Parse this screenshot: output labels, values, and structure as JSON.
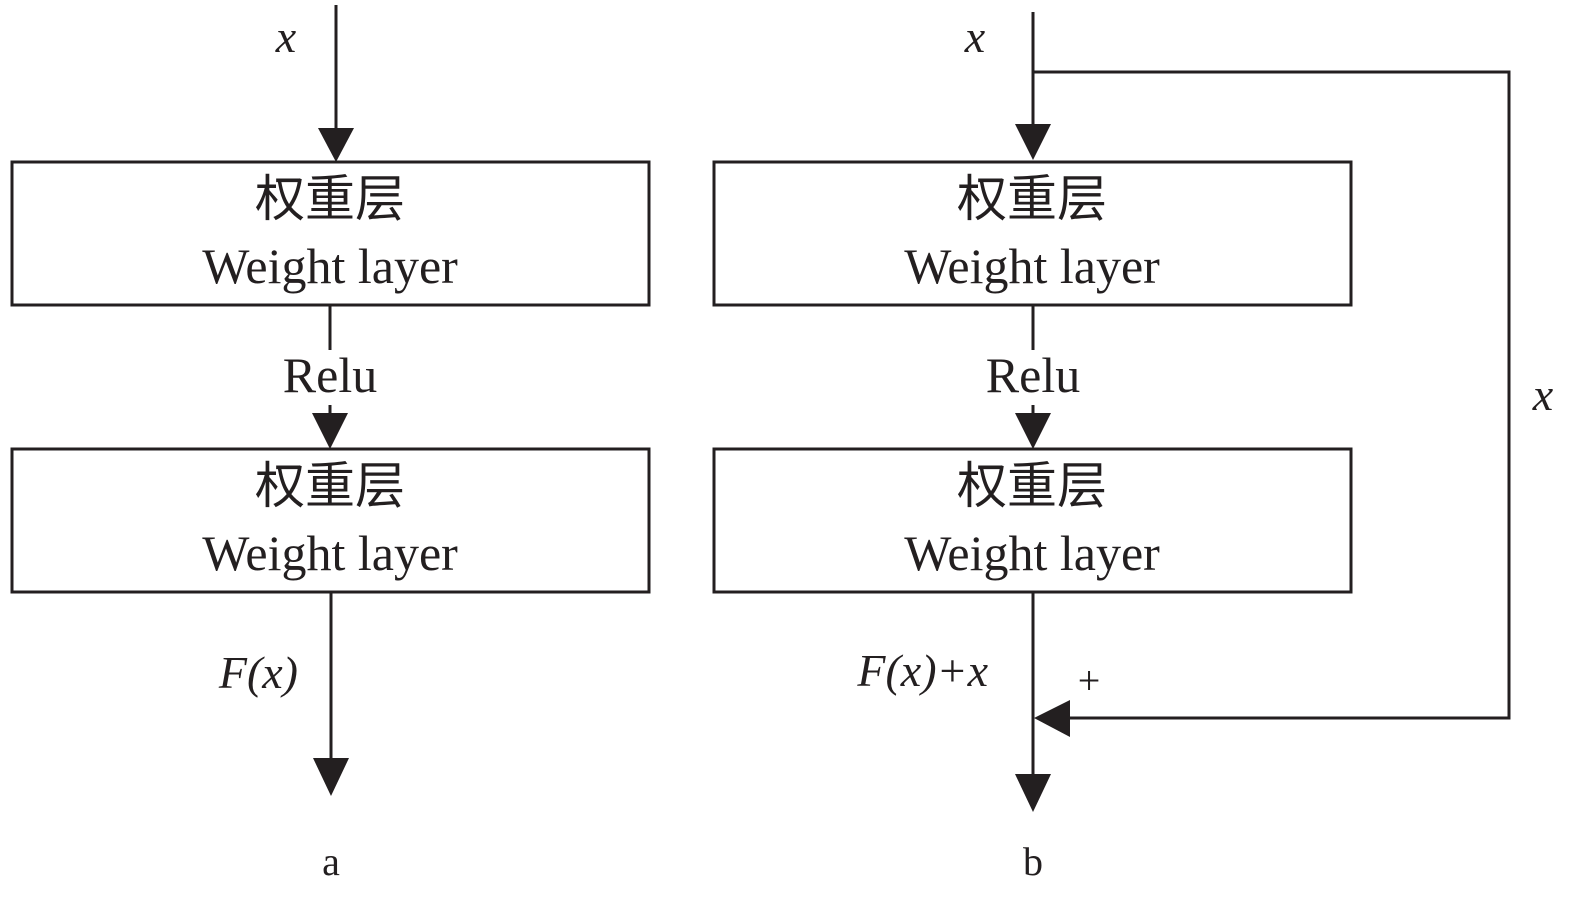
{
  "diagram": {
    "a": {
      "caption": "a",
      "input_label": "x",
      "layers": [
        {
          "zh": "权重层",
          "en": "Weight layer"
        },
        {
          "zh": "权重层",
          "en": "Weight layer"
        }
      ],
      "activation": "Relu",
      "output_label": "F(x)"
    },
    "b": {
      "caption": "b",
      "input_label": "x",
      "layers": [
        {
          "zh": "权重层",
          "en": "Weight layer"
        },
        {
          "zh": "权重层",
          "en": "Weight layer"
        }
      ],
      "activation": "Relu",
      "output_label": "F(x)+x",
      "shortcut_label": "x",
      "sum_sign": "+"
    },
    "colors": {
      "stroke": "#231f20",
      "background": "#ffffff"
    }
  }
}
